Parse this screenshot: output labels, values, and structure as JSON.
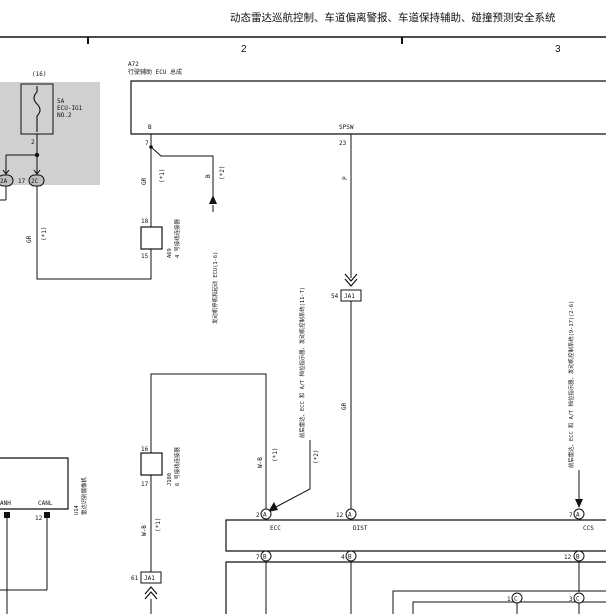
{
  "header": {
    "title": "动态雷达巡航控制、车道偏离警报、车道保持辅助、碰撞预测安全系统",
    "columns": [
      "2",
      "3"
    ]
  },
  "ecu": {
    "id": "A72",
    "name": "行驶辅助 ECU 总成",
    "pins": {
      "b": {
        "label": "B",
        "number": "7"
      },
      "spsw": {
        "label": "SPSW",
        "number": "23"
      }
    }
  },
  "fuse": {
    "index": "(16)",
    "rating": "5A",
    "name": "ECU-IG1",
    "suffix": "NO.2",
    "pin": "2"
  },
  "left_connectors": {
    "c1": "2A",
    "c2_pin": "17",
    "c2": "2C"
  },
  "wires": {
    "gr_1": "GR",
    "w1_mark": "(*1)",
    "gr_2": "GR",
    "w1_mark_2": "(*1)",
    "b_wire": "B",
    "w2_mark": "(*2)",
    "p_wire": "P",
    "gr_3": "GR",
    "wb_1": "W-B",
    "w1_mark_3": "(*1)",
    "w2_mark_3": "(*2)",
    "wb_2": "W-B",
    "w1_mark_4": "(*1)"
  },
  "junction_a69": {
    "pin_top": "18",
    "pin_bottom": "15",
    "id": "A69",
    "name": "4 号接线连接器"
  },
  "ref_arrow": {
    "text": "发动机停机和起动 ECU(1-6)"
  },
  "ja1_top": {
    "pin": "54",
    "label": "JA1"
  },
  "ja1_bottom": {
    "pin": "61",
    "label": "JA1"
  },
  "junction_j100": {
    "pin_top": "16",
    "pin_bottom": "17",
    "id": "J100",
    "name": "6 号接线连接器"
  },
  "notes": {
    "note_a": "前后雷达、ECC 和 A/T 档位指示器、发动机控制系统(11-T)",
    "note_b": "前后雷达、ECC 和 A/T 档位指示器、发动机控制系统(9-17)(2-6)"
  },
  "u14": {
    "id": "U14",
    "name": "雷达识别摄像机",
    "pin_left_label": "ANH",
    "pin_right_label": "CANL",
    "pin_right_number": "12"
  },
  "bottom_block": {
    "ecc": {
      "num": "2",
      "letter": "A",
      "label": "ECC"
    },
    "dist": {
      "num": "12",
      "letter": "A",
      "label": "DIST"
    },
    "ccs": {
      "num": "7",
      "letter": "A",
      "label": "CCS"
    },
    "row2": [
      {
        "num": "7",
        "letter": "B"
      },
      {
        "num": "4",
        "letter": "B"
      },
      {
        "num": "12",
        "letter": "B"
      }
    ],
    "row3": [
      {
        "num": "1",
        "letter": "C"
      },
      {
        "num": "3",
        "letter": "C"
      }
    ]
  },
  "colors": {
    "line": "#111111",
    "fuse_shade": "#d0d0d0"
  }
}
